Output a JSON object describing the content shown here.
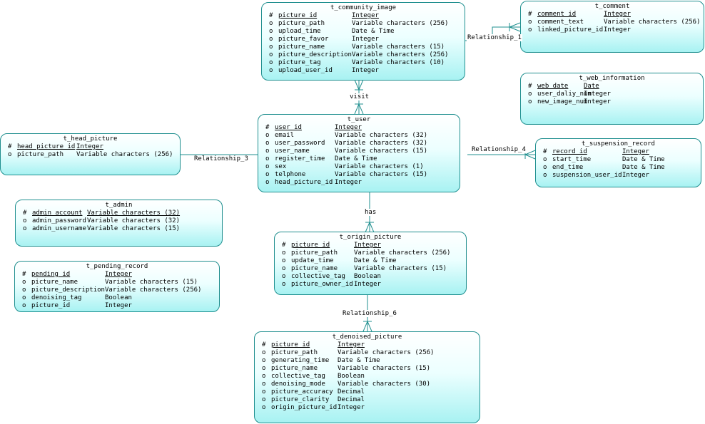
{
  "entities": {
    "community_image": {
      "title": "t_community_image",
      "rows": [
        {
          "mark": "#",
          "name": "picture_id",
          "type": "Integer",
          "key": true
        },
        {
          "mark": "o",
          "name": "picture_path",
          "type": "Variable characters (256)",
          "key": false
        },
        {
          "mark": "o",
          "name": "upload_time",
          "type": "Date & Time",
          "key": false
        },
        {
          "mark": "o",
          "name": "picture_favor",
          "type": "Integer",
          "key": false
        },
        {
          "mark": "o",
          "name": "picture_name",
          "type": "Variable characters (15)",
          "key": false
        },
        {
          "mark": "o",
          "name": "picture_description",
          "type": "Variable characters (256)",
          "key": false
        },
        {
          "mark": "o",
          "name": "picture_tag",
          "type": "Variable characters (10)",
          "key": false
        },
        {
          "mark": "o",
          "name": "upload_user_id",
          "type": "Integer",
          "key": false
        }
      ]
    },
    "comment": {
      "title": "t_comment",
      "rows": [
        {
          "mark": "#",
          "name": "comment_id",
          "type": "Integer",
          "key": true
        },
        {
          "mark": "o",
          "name": "comment_text",
          "type": "Variable characters (256)",
          "key": false
        },
        {
          "mark": "o",
          "name": "linked_picture_id",
          "type": "Integer",
          "key": false
        }
      ]
    },
    "web_information": {
      "title": "t_web_information",
      "rows": [
        {
          "mark": "#",
          "name": "web_date",
          "type": "Date",
          "key": true
        },
        {
          "mark": "o",
          "name": "user_daliy_num",
          "type": "Integer",
          "key": false
        },
        {
          "mark": "o",
          "name": "new_image_num",
          "type": "Integer",
          "key": false
        }
      ]
    },
    "user": {
      "title": "t_user",
      "rows": [
        {
          "mark": "#",
          "name": "user_id",
          "type": "Integer",
          "key": true
        },
        {
          "mark": "o",
          "name": "email",
          "type": "Variable characters (32)",
          "key": false
        },
        {
          "mark": "o",
          "name": "user_password",
          "type": "Variable characters (32)",
          "key": false
        },
        {
          "mark": "o",
          "name": "user_name",
          "type": "Variable characters (15)",
          "key": false
        },
        {
          "mark": "o",
          "name": "register_time",
          "type": "Date & Time",
          "key": false
        },
        {
          "mark": "o",
          "name": "sex",
          "type": "Variable characters (1)",
          "key": false
        },
        {
          "mark": "o",
          "name": "telphone",
          "type": "Variable characters (15)",
          "key": false
        },
        {
          "mark": "o",
          "name": "head_picture_id",
          "type": "Integer",
          "key": false
        }
      ]
    },
    "head_picture": {
      "title": "t_head_picture",
      "rows": [
        {
          "mark": "#",
          "name": "head_picture_id",
          "type": "Integer",
          "key": true
        },
        {
          "mark": "o",
          "name": "picture_path",
          "type": "Variable characters (256)",
          "key": false
        }
      ]
    },
    "suspension_record": {
      "title": "t_suspension_record",
      "rows": [
        {
          "mark": "#",
          "name": "record_id",
          "type": "Integer",
          "key": true
        },
        {
          "mark": "o",
          "name": "start_time",
          "type": "Date & Time",
          "key": false
        },
        {
          "mark": "o",
          "name": "end_time",
          "type": "Date & Time",
          "key": false
        },
        {
          "mark": "o",
          "name": "suspension_user_id",
          "type": "Integer",
          "key": false
        }
      ]
    },
    "admin": {
      "title": "t_admin",
      "rows": [
        {
          "mark": "#",
          "name": "admin_account",
          "type": "Variable characters (32)",
          "key": true
        },
        {
          "mark": "o",
          "name": "admin_password",
          "type": "Variable characters (32)",
          "key": false
        },
        {
          "mark": "o",
          "name": "admin_username",
          "type": "Variable characters (15)",
          "key": false
        }
      ]
    },
    "pending_record": {
      "title": "t_pending_record",
      "rows": [
        {
          "mark": "#",
          "name": "pending_id",
          "type": "Integer",
          "key": true
        },
        {
          "mark": "o",
          "name": "picture_name",
          "type": "Variable characters (15)",
          "key": false
        },
        {
          "mark": "o",
          "name": "picture_description",
          "type": "Variable characters (256)",
          "key": false
        },
        {
          "mark": "o",
          "name": "denoising_tag",
          "type": "Boolean",
          "key": false
        },
        {
          "mark": "o",
          "name": "picture_id",
          "type": "Integer",
          "key": false
        }
      ]
    },
    "origin_picture": {
      "title": "t_origin_picture",
      "rows": [
        {
          "mark": "#",
          "name": "picture_id",
          "type": "Integer",
          "key": true
        },
        {
          "mark": "o",
          "name": "picture_path",
          "type": "Variable characters (256)",
          "key": false
        },
        {
          "mark": "o",
          "name": "update_time",
          "type": "Date & Time",
          "key": false
        },
        {
          "mark": "o",
          "name": "picture_name",
          "type": "Variable characters (15)",
          "key": false
        },
        {
          "mark": "o",
          "name": "collective_tag",
          "type": "Boolean",
          "key": false
        },
        {
          "mark": "o",
          "name": "picture_owner_id",
          "type": "Integer",
          "key": false
        }
      ]
    },
    "denoised_picture": {
      "title": "t_denoised_picture",
      "rows": [
        {
          "mark": "#",
          "name": "picture_id",
          "type": "Integer",
          "key": true
        },
        {
          "mark": "o",
          "name": "picture_path",
          "type": "Variable characters (256)",
          "key": false
        },
        {
          "mark": "o",
          "name": "generating_time",
          "type": "Date & Time",
          "key": false
        },
        {
          "mark": "o",
          "name": "picture_name",
          "type": "Variable characters (15)",
          "key": false
        },
        {
          "mark": "o",
          "name": "collective_tag",
          "type": "Boolean",
          "key": false
        },
        {
          "mark": "o",
          "name": "denoising_mode",
          "type": "Variable characters (30)",
          "key": false
        },
        {
          "mark": "o",
          "name": "picture_accuracy",
          "type": "Decimal",
          "key": false
        },
        {
          "mark": "o",
          "name": "picture_clarity",
          "type": "Decimal",
          "key": false
        },
        {
          "mark": "o",
          "name": "origin_picture_id",
          "type": "Integer",
          "key": false
        }
      ]
    }
  },
  "relationships": {
    "relationship_1": "Relationship_1",
    "visit": "visit",
    "relationship_3": "Relationship_3",
    "relationship_4": "Relationship_4",
    "has": "has",
    "relationship_6": "Relationship_6"
  },
  "colors": {
    "border": "#1f8f8f",
    "fill_top": "#ffffff",
    "fill_bottom": "#a8f2f2",
    "line": "#1f8f8f"
  }
}
